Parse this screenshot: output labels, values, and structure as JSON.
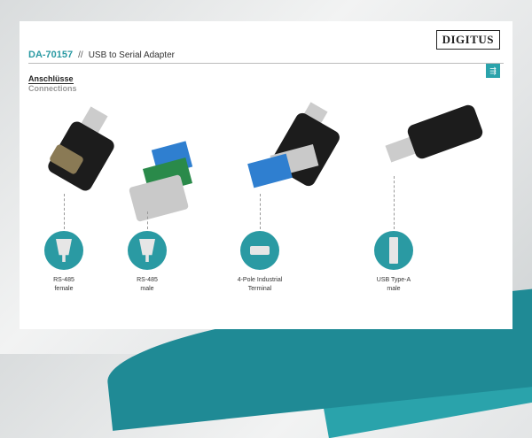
{
  "brand": "DIGITUS",
  "header": {
    "sku": "DA-70157",
    "separator": "//",
    "title": "USB to Serial Adapter"
  },
  "badge": {
    "icon": "usb-icon",
    "text": "⇶"
  },
  "section": {
    "title_de": "Anschlüsse",
    "title_en": "Connections"
  },
  "connections": [
    {
      "label1": "RS-485",
      "label2": "female",
      "icon": "db9-connector-icon"
    },
    {
      "label1": "RS-485",
      "label2": "male",
      "icon": "db9-connector-icon"
    },
    {
      "label1": "4-Pole Industrial",
      "label2": "Terminal",
      "icon": "terminal-block-icon"
    },
    {
      "label1": "USB Type-A",
      "label2": "male",
      "icon": "usb-plug-icon"
    }
  ],
  "colors": {
    "accent": "#2a9aa3",
    "wave": "#1f8a95"
  }
}
